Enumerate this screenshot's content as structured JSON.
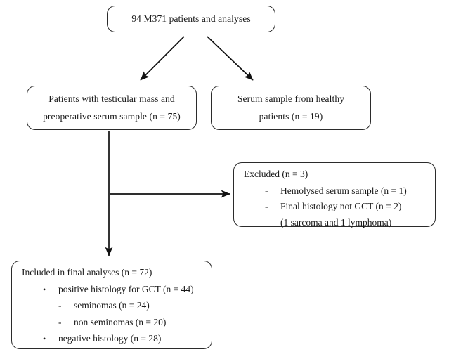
{
  "diagram": {
    "title_flow": "patient and sample selection flowchart",
    "line_color": "#2b2b2b",
    "box_border_color": "#2b2b2b",
    "background": "#ffffff",
    "nodes": {
      "top": {
        "lines": [
          "94 M371 patients and analyses"
        ]
      },
      "patients": {
        "lines": [
          "Patients with testicular mass and",
          "preoperative serum sample (n = 75)"
        ]
      },
      "healthy": {
        "lines": [
          "Serum sample from healthy",
          "patients (n = 19)"
        ]
      },
      "excluded": {
        "heading": "Excluded (n = 3)",
        "items": [
          {
            "marker": "-",
            "text": "Hemolysed serum sample (n = 1)"
          },
          {
            "marker": "-",
            "text": "Final histology not GCT (n = 2)"
          }
        ],
        "continuation": "(1 sarcoma and 1 lymphoma)"
      },
      "included": {
        "heading": "Included in final analyses (n = 72)",
        "items": [
          {
            "marker": "•",
            "text": "positive histology for GCT (n = 44)"
          },
          {
            "marker": "-",
            "text": "seminomas (n = 24)"
          },
          {
            "marker": "-",
            "text": "non seminomas (n = 20)"
          },
          {
            "marker": "•",
            "text": "negative histology (n = 28)"
          }
        ]
      }
    },
    "arrows": [
      {
        "name": "top-to-patients",
        "kind": "diagonal-left"
      },
      {
        "name": "top-to-healthy",
        "kind": "diagonal-right"
      },
      {
        "name": "patients-to-included",
        "kind": "vertical"
      },
      {
        "name": "patients-to-excluded",
        "kind": "horizontal"
      }
    ]
  }
}
